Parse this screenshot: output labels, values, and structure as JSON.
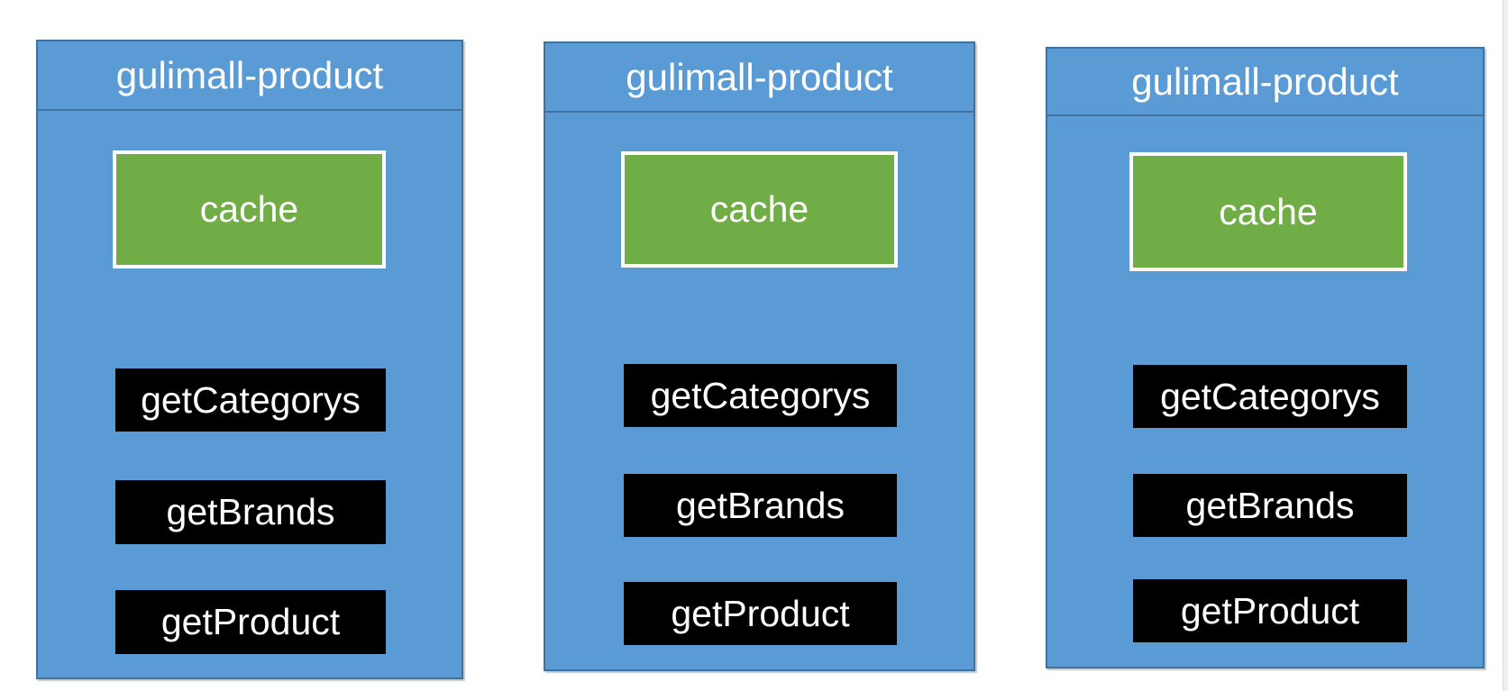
{
  "page": {
    "background": "#ffffff",
    "edge_strip_color": "#f0f0f0"
  },
  "colors": {
    "page_background": "#ffffff",
    "service_fill": "#5b9bd5",
    "service_border": "#41719c",
    "cache_fill": "#70ad47",
    "cache_border": "#ffffff",
    "method_fill": "#000000",
    "label_text": "#ffffff",
    "edge_strip": "#f0f0f0"
  },
  "services": [
    {
      "title": "gulimall-product",
      "cache_label": "cache",
      "methods": [
        "getCategorys",
        "getBrands",
        "getProduct"
      ]
    },
    {
      "title": "gulimall-product",
      "cache_label": "cache",
      "methods": [
        "getCategorys",
        "getBrands",
        "getProduct"
      ]
    },
    {
      "title": "gulimall-product",
      "cache_label": "cache",
      "methods": [
        "getCategorys",
        "getBrands",
        "getProduct"
      ]
    }
  ]
}
